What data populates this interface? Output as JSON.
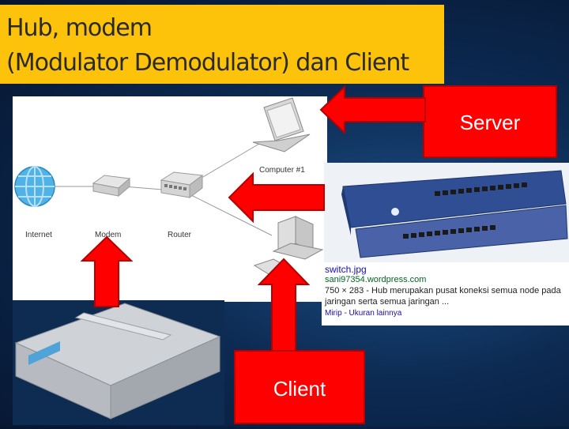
{
  "title": {
    "line1": "Hub, modem",
    "line2": "(Modulator Demodulator) dan Client"
  },
  "diagram": {
    "labels": {
      "internet": "Internet",
      "modem": "Modem",
      "router": "Router",
      "computer1": "Computer #1"
    }
  },
  "callouts": {
    "server": "Server",
    "client": "Client"
  },
  "search_result": {
    "filename": "switch.jpg",
    "domain": "sani97354.wordpress.com",
    "description_line1": "750 × 283 - Hub merupakan pusat koneksi semua node pada",
    "description_line2": "jaringan serta semua jaringan ...",
    "links": "Mirip - Ukuran lainnya"
  },
  "colors": {
    "title_bg": "#fdc20a",
    "callout_red": "#ff0000",
    "link_blue": "#1a0dab",
    "url_green": "#006621"
  }
}
